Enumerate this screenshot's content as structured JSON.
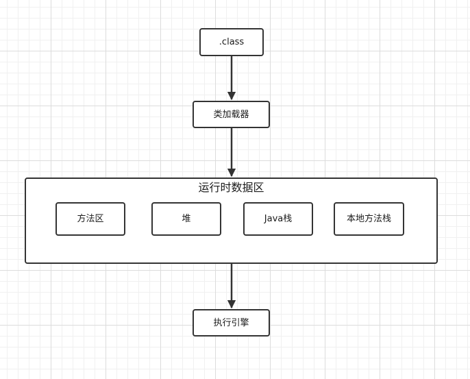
{
  "nodes": {
    "class_file": ".class",
    "class_loader": "类加载器",
    "execution_engine": "执行引擎"
  },
  "runtime_area": {
    "title": "运行时数据区",
    "regions": [
      "方法区",
      "堆",
      "Java栈",
      "本地方法栈"
    ]
  },
  "colors": {
    "stroke": "#333333",
    "grid": "#dcdcdc",
    "background": "#ffffff"
  }
}
